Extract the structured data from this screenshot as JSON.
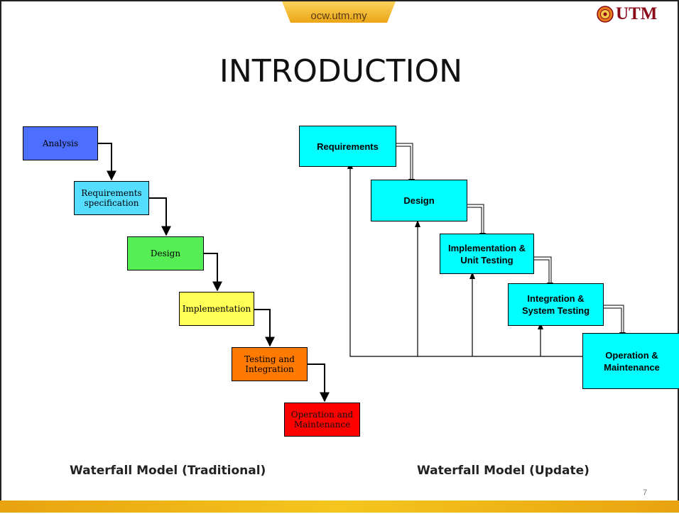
{
  "header": {
    "site": "ocw.utm.my",
    "logo_text": "UTM",
    "logo_icon": "utm-crest-icon"
  },
  "slide": {
    "title": "INTRODUCTION",
    "page_number": "7"
  },
  "traditional": {
    "caption": "Waterfall Model (Traditional)",
    "stages": [
      {
        "label": "Analysis",
        "color": "#4d6fff"
      },
      {
        "label": "Requirements specification",
        "color": "#55ddff"
      },
      {
        "label": "Design",
        "color": "#55ee55"
      },
      {
        "label": "Implementation",
        "color": "#ffff55"
      },
      {
        "label": "Testing and Integration",
        "color": "#ff7a00"
      },
      {
        "label": "Operation and Maintenance",
        "color": "#ff0000"
      }
    ]
  },
  "updated": {
    "caption": "Waterfall Model (Update)",
    "box_color": "#00ffff",
    "stages": [
      {
        "label": "Requirements"
      },
      {
        "label": "Design"
      },
      {
        "label": "Implementation & Unit Testing"
      },
      {
        "label": "Integration & System Testing"
      },
      {
        "label": "Operation & Maintenance"
      }
    ]
  },
  "colors": {
    "accent": "#f0b21a",
    "footer_bar": "#f5c51e",
    "text": "#111111"
  }
}
